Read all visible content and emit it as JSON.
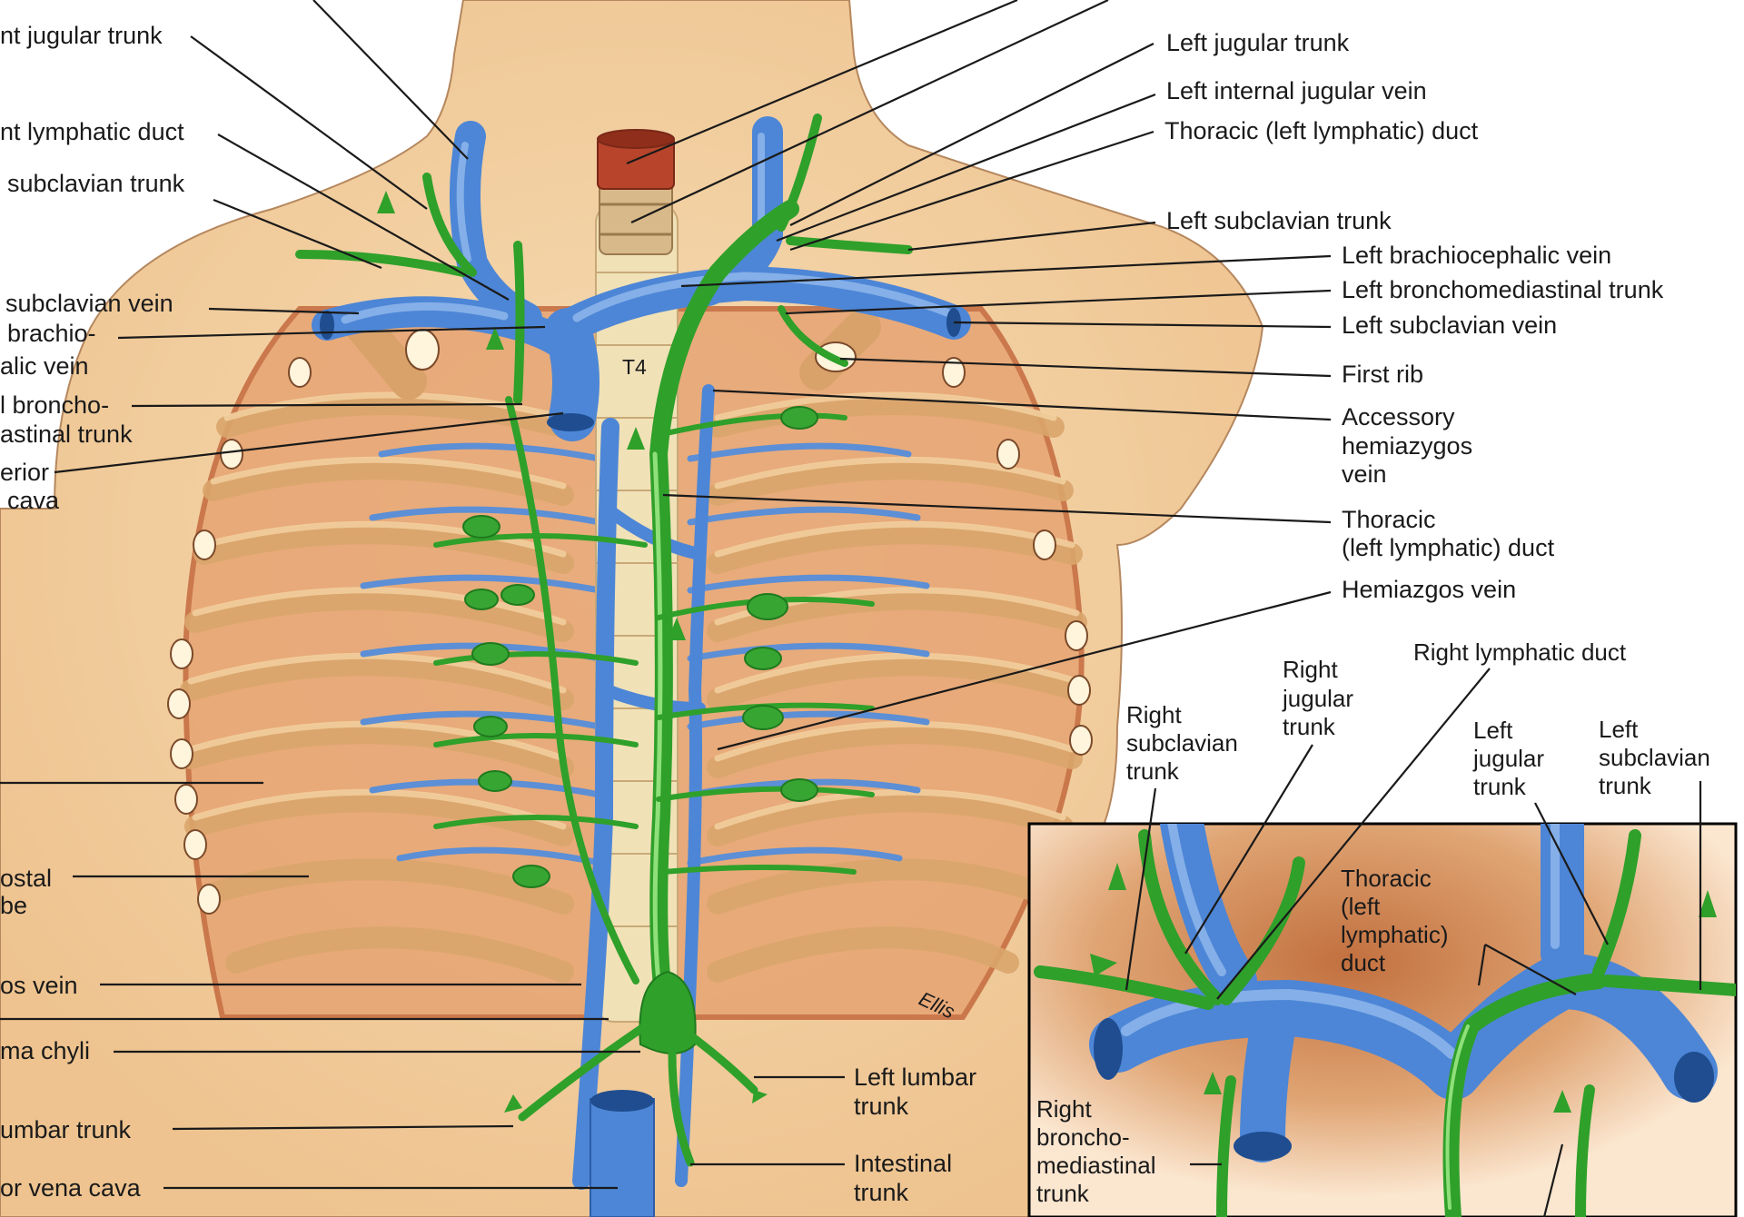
{
  "colors": {
    "vein": "#4d86d6",
    "lymphatic": "#2fa02a",
    "skin": "#f2cfa0",
    "muscle": "#c8734a",
    "esophagus": "#b8452b"
  },
  "main_labels_left": [
    "nt jugular trunk",
    "nt lymphatic duct",
    "subclavian trunk",
    "subclavian vein",
    "brachio-",
    "alic vein",
    "l broncho-",
    "astinal trunk",
    "erior",
    "cava",
    "ostal",
    "be",
    "os vein",
    "ma chyli",
    "umbar trunk",
    "or vena cava"
  ],
  "main_labels_right": [
    "Left jugular trunk",
    "Left internal jugular vein",
    "Thoracic (left lymphatic) duct",
    "Left subclavian trunk",
    "Left brachiocephalic vein",
    "Left bronchomediastinal trunk",
    "Left subclavian vein",
    "First rib",
    "Accessory",
    "hemiazygos",
    "vein",
    "Thoracic",
    "(left lymphatic) duct",
    "Hemiazgos vein"
  ],
  "main_labels_bottom": [
    "Left lumbar",
    "trunk",
    "Intestinal",
    "trunk"
  ],
  "figure_marks": {
    "vertebra": "T4",
    "signature": "Ellis"
  },
  "inset_labels": [
    "Right lymphatic duct",
    "Right",
    "jugular",
    "trunk",
    "Right",
    "subclavian",
    "trunk",
    "Left",
    "jugular",
    "trunk",
    "Left",
    "subclavian",
    "trunk",
    "Thoracic",
    "(left",
    "lymphatic)",
    "duct",
    "Right",
    "broncho-",
    "mediastinal",
    "trunk"
  ]
}
